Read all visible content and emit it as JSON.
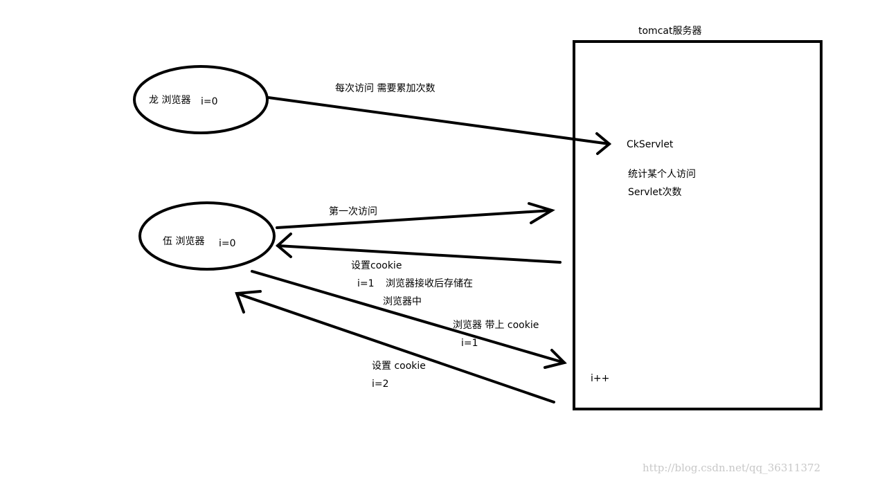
{
  "server": {
    "title": "tomcat服务器",
    "servlet": "CkServlet",
    "desc_line1": "统计某个人访问",
    "desc_line2": "Servlet次数",
    "increment": "i++"
  },
  "browsers": {
    "long": {
      "name": "龙 浏览器",
      "counter": "i=0"
    },
    "wu": {
      "name": "伍 浏览器",
      "counter": "i=0"
    }
  },
  "arrows": {
    "long_request": "每次访问 需要累加次数",
    "first_visit": "第一次访问",
    "set_cookie": "设置cookie",
    "set_cookie_value": "i=1",
    "store_line1": "浏览器接收后存储在",
    "store_line2": "浏览器中",
    "carry_cookie": "浏览器 带上 cookie",
    "carry_cookie_value": "i=1",
    "set_cookie2": "设置 cookie",
    "set_cookie2_value": "i=2"
  },
  "watermark": "http://blog.csdn.net/qq_36311372"
}
